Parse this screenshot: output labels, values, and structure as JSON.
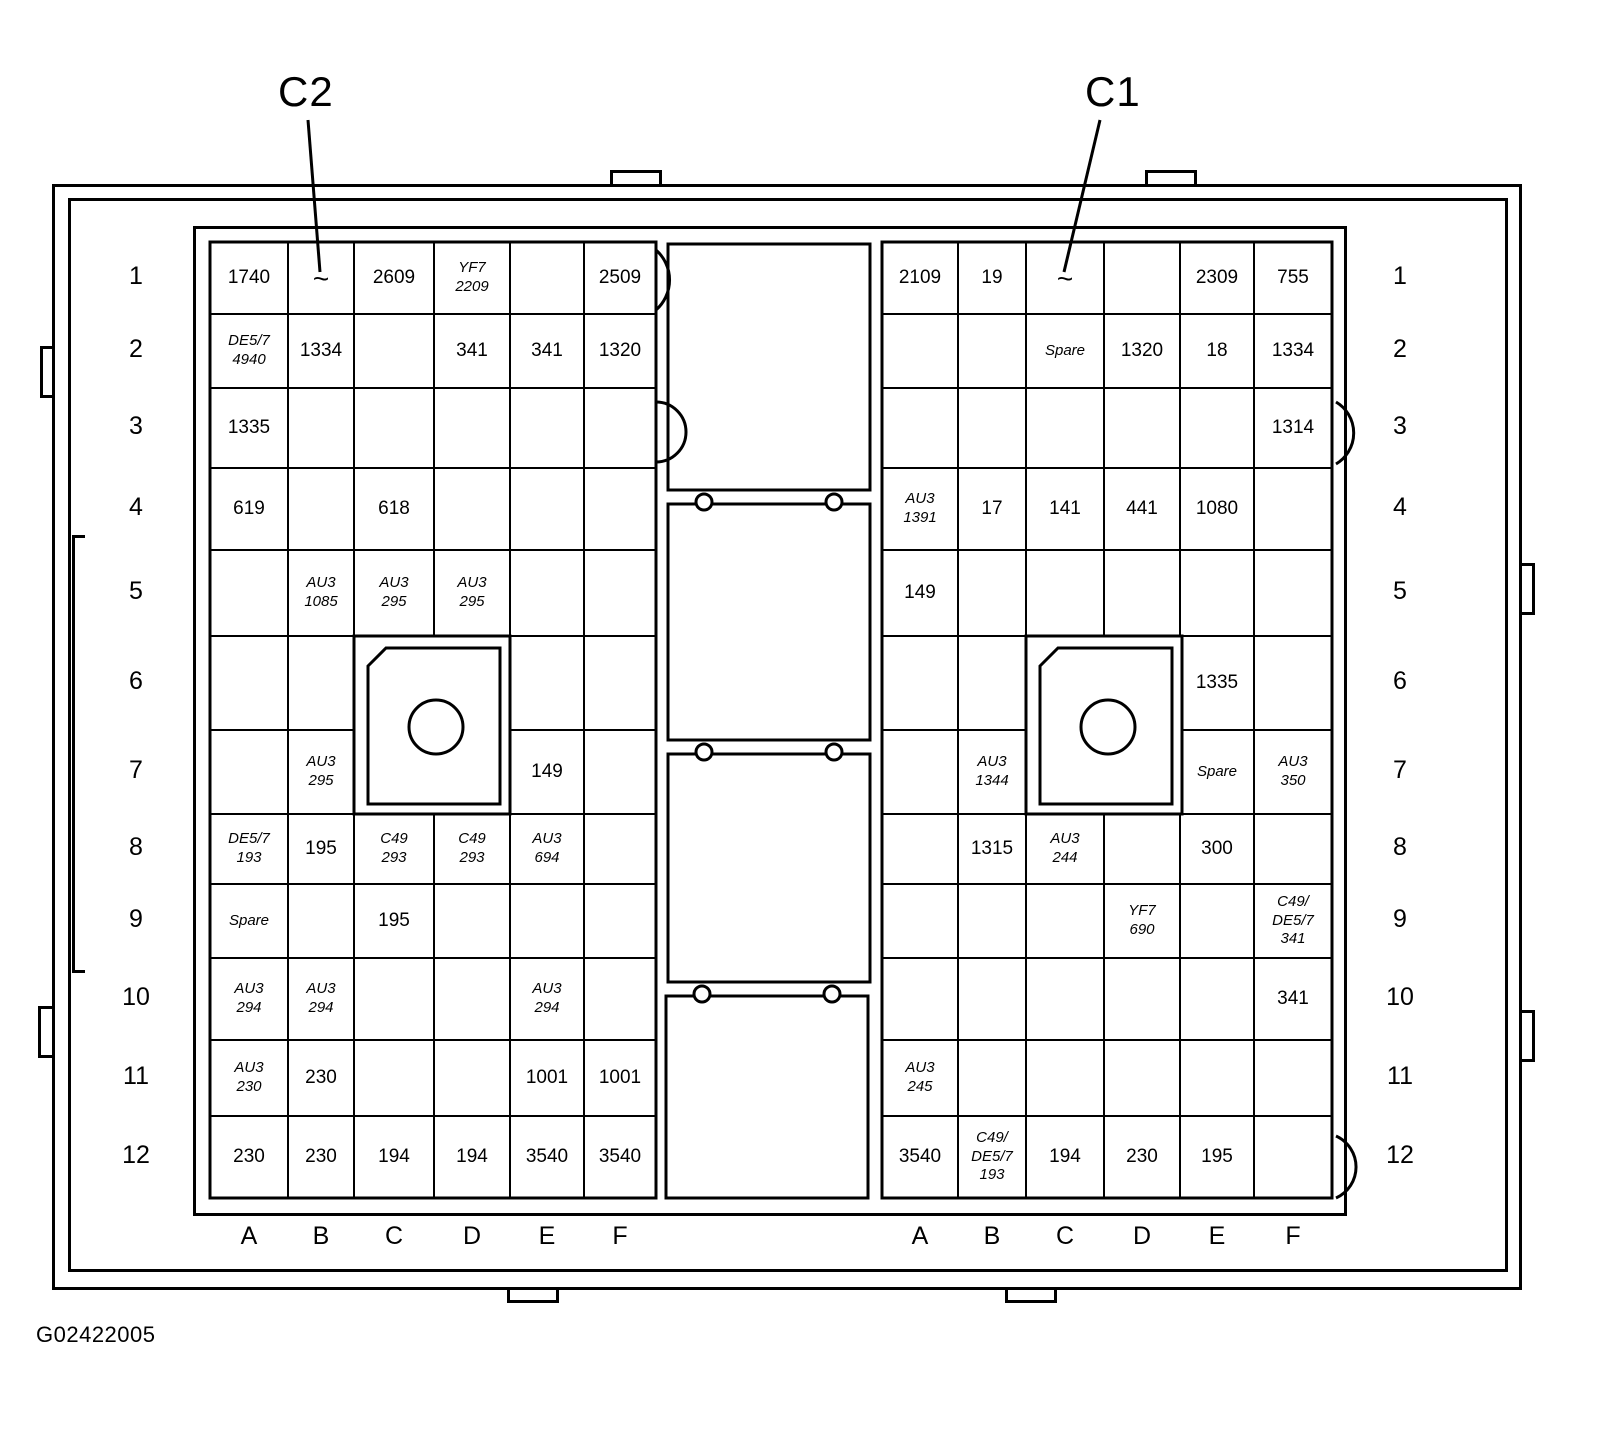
{
  "callouts": {
    "left": "C2",
    "right": "C1"
  },
  "figure_id": "G02422005",
  "rows": [
    "1",
    "2",
    "3",
    "4",
    "5",
    "6",
    "7",
    "8",
    "9",
    "10",
    "11",
    "12"
  ],
  "columns": [
    "A",
    "B",
    "C",
    "D",
    "E",
    "F"
  ],
  "c2": {
    "cells": [
      {
        "r": 1,
        "c": "A",
        "text": "1740"
      },
      {
        "r": 1,
        "c": "B",
        "text": "~",
        "kind": "wave"
      },
      {
        "r": 1,
        "c": "C",
        "text": "2609"
      },
      {
        "r": 1,
        "c": "D",
        "lines": [
          "YF7",
          "2209"
        ]
      },
      {
        "r": 1,
        "c": "F",
        "text": "2509"
      },
      {
        "r": 2,
        "c": "A",
        "lines": [
          "DE5/7",
          "4940"
        ]
      },
      {
        "r": 2,
        "c": "B",
        "text": "1334"
      },
      {
        "r": 2,
        "c": "D",
        "text": "341"
      },
      {
        "r": 2,
        "c": "E",
        "text": "341"
      },
      {
        "r": 2,
        "c": "F",
        "text": "1320"
      },
      {
        "r": 3,
        "c": "A",
        "text": "1335"
      },
      {
        "r": 4,
        "c": "A",
        "text": "619"
      },
      {
        "r": 4,
        "c": "C",
        "text": "618"
      },
      {
        "r": 5,
        "c": "B",
        "lines": [
          "AU3",
          "1085"
        ]
      },
      {
        "r": 5,
        "c": "C",
        "lines": [
          "AU3",
          "295"
        ]
      },
      {
        "r": 5,
        "c": "D",
        "lines": [
          "AU3",
          "295"
        ]
      },
      {
        "r": 7,
        "c": "B",
        "lines": [
          "AU3",
          "295"
        ]
      },
      {
        "r": 7,
        "c": "E",
        "text": "149"
      },
      {
        "r": 8,
        "c": "A",
        "lines": [
          "DE5/7",
          "193"
        ]
      },
      {
        "r": 8,
        "c": "B",
        "text": "195"
      },
      {
        "r": 8,
        "c": "C",
        "lines": [
          "C49",
          "293"
        ]
      },
      {
        "r": 8,
        "c": "D",
        "lines": [
          "C49",
          "293"
        ]
      },
      {
        "r": 8,
        "c": "E",
        "lines": [
          "AU3",
          "694"
        ]
      },
      {
        "r": 9,
        "c": "A",
        "text": "Spare",
        "kind": "italic"
      },
      {
        "r": 9,
        "c": "C",
        "text": "195"
      },
      {
        "r": 10,
        "c": "A",
        "lines": [
          "AU3",
          "294"
        ]
      },
      {
        "r": 10,
        "c": "B",
        "lines": [
          "AU3",
          "294"
        ]
      },
      {
        "r": 10,
        "c": "E",
        "lines": [
          "AU3",
          "294"
        ]
      },
      {
        "r": 11,
        "c": "A",
        "lines": [
          "AU3",
          "230"
        ]
      },
      {
        "r": 11,
        "c": "B",
        "text": "230"
      },
      {
        "r": 11,
        "c": "E",
        "text": "1001"
      },
      {
        "r": 11,
        "c": "F",
        "text": "1001"
      },
      {
        "r": 12,
        "c": "A",
        "text": "230"
      },
      {
        "r": 12,
        "c": "B",
        "text": "230"
      },
      {
        "r": 12,
        "c": "C",
        "text": "194"
      },
      {
        "r": 12,
        "c": "D",
        "text": "194"
      },
      {
        "r": 12,
        "c": "E",
        "text": "3540"
      },
      {
        "r": 12,
        "c": "F",
        "text": "3540"
      }
    ]
  },
  "c1": {
    "cells": [
      {
        "r": 1,
        "c": "A",
        "text": "2109"
      },
      {
        "r": 1,
        "c": "B",
        "text": "19"
      },
      {
        "r": 1,
        "c": "C",
        "text": "~",
        "kind": "wave"
      },
      {
        "r": 1,
        "c": "E",
        "text": "2309"
      },
      {
        "r": 1,
        "c": "F",
        "text": "755"
      },
      {
        "r": 2,
        "c": "C",
        "text": "Spare",
        "kind": "italic"
      },
      {
        "r": 2,
        "c": "D",
        "text": "1320"
      },
      {
        "r": 2,
        "c": "E",
        "text": "18"
      },
      {
        "r": 2,
        "c": "F",
        "text": "1334"
      },
      {
        "r": 3,
        "c": "F",
        "text": "1314"
      },
      {
        "r": 4,
        "c": "A",
        "lines": [
          "AU3",
          "1391"
        ]
      },
      {
        "r": 4,
        "c": "B",
        "text": "17"
      },
      {
        "r": 4,
        "c": "C",
        "text": "141"
      },
      {
        "r": 4,
        "c": "D",
        "text": "441"
      },
      {
        "r": 4,
        "c": "E",
        "text": "1080"
      },
      {
        "r": 5,
        "c": "A",
        "text": "149"
      },
      {
        "r": 6,
        "c": "E",
        "text": "1335"
      },
      {
        "r": 7,
        "c": "B",
        "lines": [
          "AU3",
          "1344"
        ]
      },
      {
        "r": 7,
        "c": "E",
        "text": "Spare",
        "kind": "italic"
      },
      {
        "r": 7,
        "c": "F",
        "lines": [
          "AU3",
          "350"
        ]
      },
      {
        "r": 8,
        "c": "B",
        "text": "1315"
      },
      {
        "r": 8,
        "c": "C",
        "lines": [
          "AU3",
          "244"
        ]
      },
      {
        "r": 8,
        "c": "E",
        "text": "300"
      },
      {
        "r": 9,
        "c": "D",
        "lines": [
          "YF7",
          "690"
        ]
      },
      {
        "r": 9,
        "c": "F",
        "lines": [
          "C49/",
          "DE5/7",
          "341"
        ]
      },
      {
        "r": 10,
        "c": "F",
        "text": "341"
      },
      {
        "r": 11,
        "c": "A",
        "lines": [
          "AU3",
          "245"
        ]
      },
      {
        "r": 12,
        "c": "A",
        "text": "3540"
      },
      {
        "r": 12,
        "c": "B",
        "lines": [
          "C49/",
          "DE5/7",
          "193"
        ]
      },
      {
        "r": 12,
        "c": "C",
        "text": "194"
      },
      {
        "r": 12,
        "c": "D",
        "text": "230"
      },
      {
        "r": 12,
        "c": "E",
        "text": "195"
      }
    ]
  }
}
